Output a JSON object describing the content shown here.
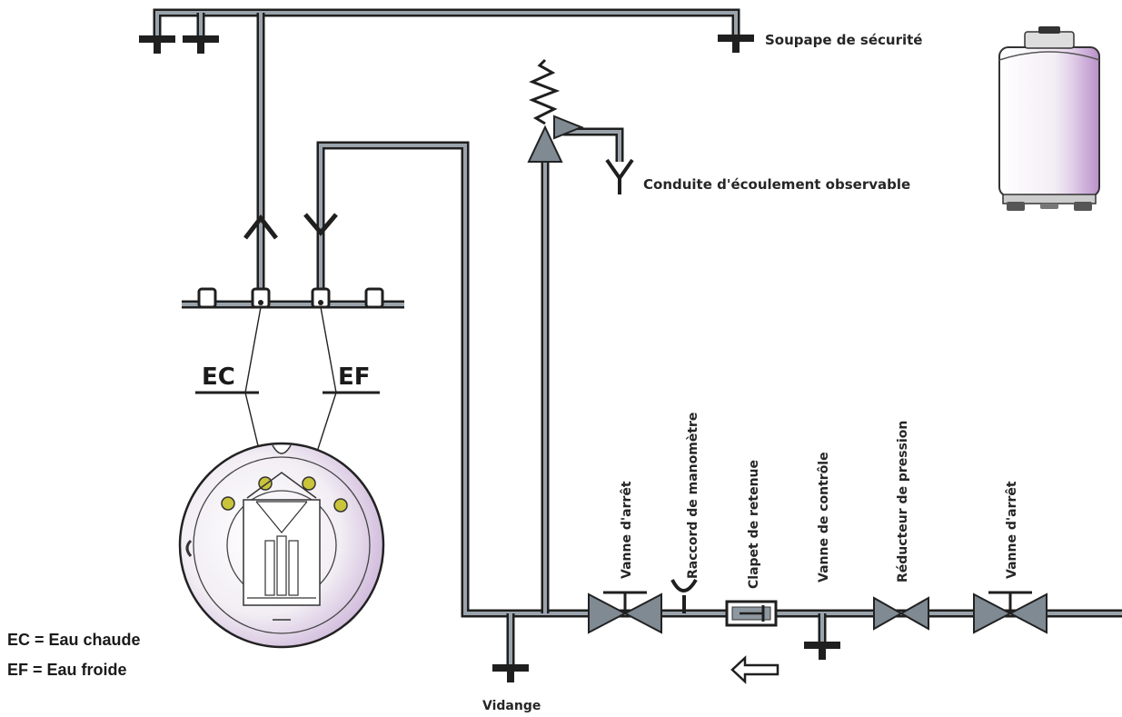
{
  "labels": {
    "safety_valve": "Soupape de sécurité",
    "drain_pipe": "Conduite d'écoulement observable",
    "drain": "Vidange",
    "hot_code": "EC",
    "cold_code": "EF"
  },
  "valve_labels": [
    "Vanne d'arrêt",
    "Raccord de manomètre",
    "Clapet de retenue",
    "Vanne de contrôle",
    "Réducteur de pression",
    "Vanne d'arrêt"
  ],
  "legend": [
    "EC = Eau chaude",
    "EF = Eau froide"
  ],
  "colors": {
    "pipe": "#1f1f1f",
    "pipe_inner": "#9aa3ab",
    "valve_fill": "#7f8a93",
    "connector_fill": "#c9c43a",
    "heater_tint": "#c9a9d6"
  },
  "icons": [
    "water-heater-icon",
    "heater-top-view-icon",
    "flow-direction-arrow-icon"
  ]
}
